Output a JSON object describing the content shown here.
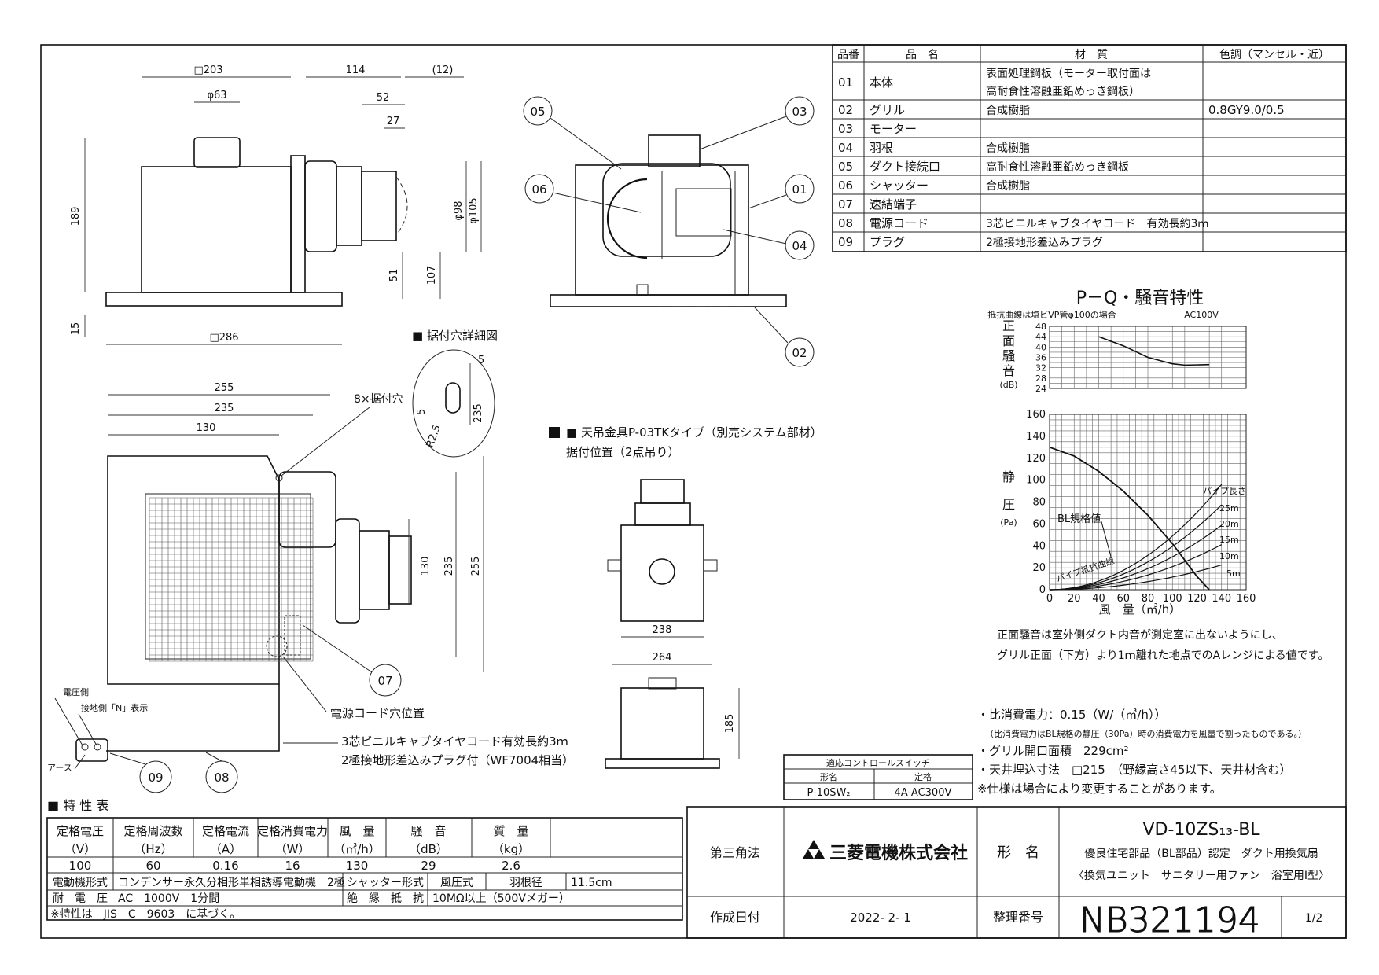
{
  "parts_table": {
    "headers": [
      "品番",
      "品　名",
      "材　質",
      "色調（マンセル・近）"
    ],
    "rows": [
      {
        "no": "01",
        "name": "本体",
        "material": "表面処理鋼板（モーター取付面は",
        "material2": "高耐食性溶融亜鉛めっき鋼板）",
        "color": ""
      },
      {
        "no": "02",
        "name": "グリル",
        "material": "合成樹脂",
        "material2": "",
        "color": "0.8GY9.0/0.5"
      },
      {
        "no": "03",
        "name": "モーター",
        "material": "",
        "material2": "",
        "color": ""
      },
      {
        "no": "04",
        "name": "羽根",
        "material": "合成樹脂",
        "material2": "",
        "color": ""
      },
      {
        "no": "05",
        "name": "ダクト接続口",
        "material": "高耐食性溶融亜鉛めっき鋼板",
        "material2": "",
        "color": ""
      },
      {
        "no": "06",
        "name": "シャッター",
        "material": "合成樹脂",
        "material2": "",
        "color": ""
      },
      {
        "no": "07",
        "name": "速結端子",
        "material": "",
        "material2": "",
        "color": ""
      },
      {
        "no": "08",
        "name": "電源コード",
        "material": "3芯ビニルキャブタイヤコード　有効長約3ｍ",
        "material2": "",
        "color": ""
      },
      {
        "no": "09",
        "name": "プラグ",
        "material": "2極接地形差込みプラグ",
        "material2": "",
        "color": ""
      }
    ]
  },
  "drawing_labels": {
    "dim_203": "□203",
    "dim_114": "114",
    "dim_12": "(12)",
    "dim_63": "φ63",
    "dim_52": "52",
    "dim_27": "27",
    "dim_189": "189",
    "dim_98": "φ98",
    "dim_105": "φ105",
    "dim_51": "51",
    "dim_107": "107",
    "dim_15": "15",
    "dim_286": "□286",
    "dim_255": "255",
    "dim_235": "235",
    "dim_130": "130",
    "dim_8holes": "8×据付穴",
    "dim_v130": "130",
    "dim_v235": "235",
    "dim_v255": "255",
    "mount_detail_title": "■ 据付穴詳細図",
    "mount_5a": "5",
    "mount_5b": "5",
    "mount_r": "R2.5",
    "mount_235": "235",
    "hanger_title": "■ 天吊金具P-03TKタイプ（別売システム部材）",
    "hanger_sub": "据付位置（2点吊り）",
    "dim_238": "238",
    "dim_264": "264",
    "dim_185": "185",
    "callout_01": "01",
    "callout_02": "02",
    "callout_03": "03",
    "callout_04": "04",
    "callout_05": "05",
    "callout_06": "06",
    "callout_07": "07",
    "callout_08": "08",
    "callout_09": "09",
    "cord_hole": "電源コード穴位置",
    "cord_note1": "3芯ビニルキャブタイヤコード有効長約3ｍ",
    "cord_note2": "2極接地形差込みプラグ付（WF7004相当）",
    "voltage_side": "電圧側",
    "ground_n": "接地側「N」表示",
    "earth": "アース"
  },
  "chart": {
    "title": "P－Q・騒音特性",
    "note_left": "抵抗曲線は塩ビVP管φ100の場合",
    "note_right": "AC100V",
    "noise_label": [
      "正",
      "面",
      "騒",
      "音"
    ],
    "noise_unit": "(dB)",
    "pressure_label": [
      "静",
      "圧"
    ],
    "pressure_unit": "(Pa)",
    "x_label": "風　量（㎥/h）",
    "bl_label": "BL規格値",
    "pipe_label": "パイプ長さ",
    "pipe_curve_label": "パイプ抵抗曲線",
    "pipe_lengths": [
      "25m",
      "20m",
      "15m",
      "10m",
      "5m"
    ],
    "remark1": "正面騒音は室外側ダクト内音が測定室に出ないようにし、",
    "remark2": "グリル正面（下方）より1ｍ離れた地点でのAレンジによる値です。"
  },
  "chart_data": {
    "type": "line",
    "noise": {
      "x": [
        40,
        60,
        80,
        100,
        110,
        130
      ],
      "y": [
        44,
        40.5,
        36,
        33.5,
        33,
        33.2
      ],
      "yticks": [
        24,
        28,
        32,
        36,
        40,
        44,
        48
      ]
    },
    "pq": {
      "x": [
        0,
        20,
        40,
        60,
        80,
        100,
        120,
        130
      ],
      "y": [
        130,
        122,
        108,
        90,
        68,
        42,
        12,
        0
      ]
    },
    "pipe_curves": [
      {
        "name": "25m",
        "k": 0.0049
      },
      {
        "name": "20m",
        "k": 0.00395
      },
      {
        "name": "15m",
        "k": 0.003
      },
      {
        "name": "10m",
        "k": 0.0021
      },
      {
        "name": "5m",
        "k": 0.00115
      }
    ],
    "xlim": [
      0,
      160
    ],
    "ylim": [
      0,
      160
    ],
    "xticks": [
      0,
      20,
      40,
      60,
      80,
      100,
      120,
      140,
      160
    ],
    "yticks": [
      0,
      20,
      40,
      60,
      80,
      100,
      120,
      140,
      160
    ]
  },
  "specs_right": {
    "line1": "・比消費電力：0.15（W/（㎥/h））",
    "line2": "（比消費電力はBL規格の静圧（30Pa）時の消費電力を風量で割ったものである。）",
    "line3": "・グリル開口面積　229cm²",
    "line4": "・天井埋込寸法　□215　（野縁高さ45以下、天井材含む）",
    "line5": "※仕様は場合により変更することがあります。"
  },
  "controller": {
    "title": "適応コントロールスイッチ",
    "col1": "形名",
    "col2": "定格",
    "val1": "P-10SW₂",
    "val2": "4A-AC300V"
  },
  "characteristics": {
    "title": "■ 特 性 表",
    "headers": [
      {
        "h": "定格電圧",
        "u": "（V）",
        "v": "100"
      },
      {
        "h": "定格周波数",
        "u": "（Hz）",
        "v": "60"
      },
      {
        "h": "定格電流",
        "u": "（A）",
        "v": "0.16"
      },
      {
        "h": "定格消費電力",
        "u": "（W）",
        "v": "16"
      },
      {
        "h": "風　量",
        "u": "（㎥/h）",
        "v": "130"
      },
      {
        "h": "騒　音",
        "u": "（dB）",
        "v": "29"
      },
      {
        "h": "質　量",
        "u": "（kg）",
        "v": "2.6"
      }
    ],
    "motor_label": "電動機形式",
    "motor_value": "コンデンサー永久分相形単相誘導電動機　2極",
    "shutter_label": "シャッター形式",
    "shutter_value": "風圧式",
    "blade_label": "羽根径",
    "blade_value": "11.5cm",
    "withstand_label": "耐　電　圧",
    "withstand_value": "AC　1000V　1分間",
    "insul_label": "絶　縁　抵　抗",
    "insul_value": "10MΩ以上（500Vメガー）",
    "note": "※特性は　JIS　C　9603　に基づく。"
  },
  "title_block": {
    "projection": "第三角法",
    "company": "三菱電機株式会社",
    "model_label": "形　名",
    "model": "VD-10ZS₁₃-BL",
    "desc1": "優良住宅部品（BL部品）認定　ダクト用換気扇",
    "desc2": "〈換気ユニット　サニタリー用ファン　浴室用Ⅰ型〉",
    "date_label": "作成日付",
    "date": "2022- 2- 1",
    "number_label": "整理番号",
    "number": "NB321194",
    "page": "1/2"
  }
}
